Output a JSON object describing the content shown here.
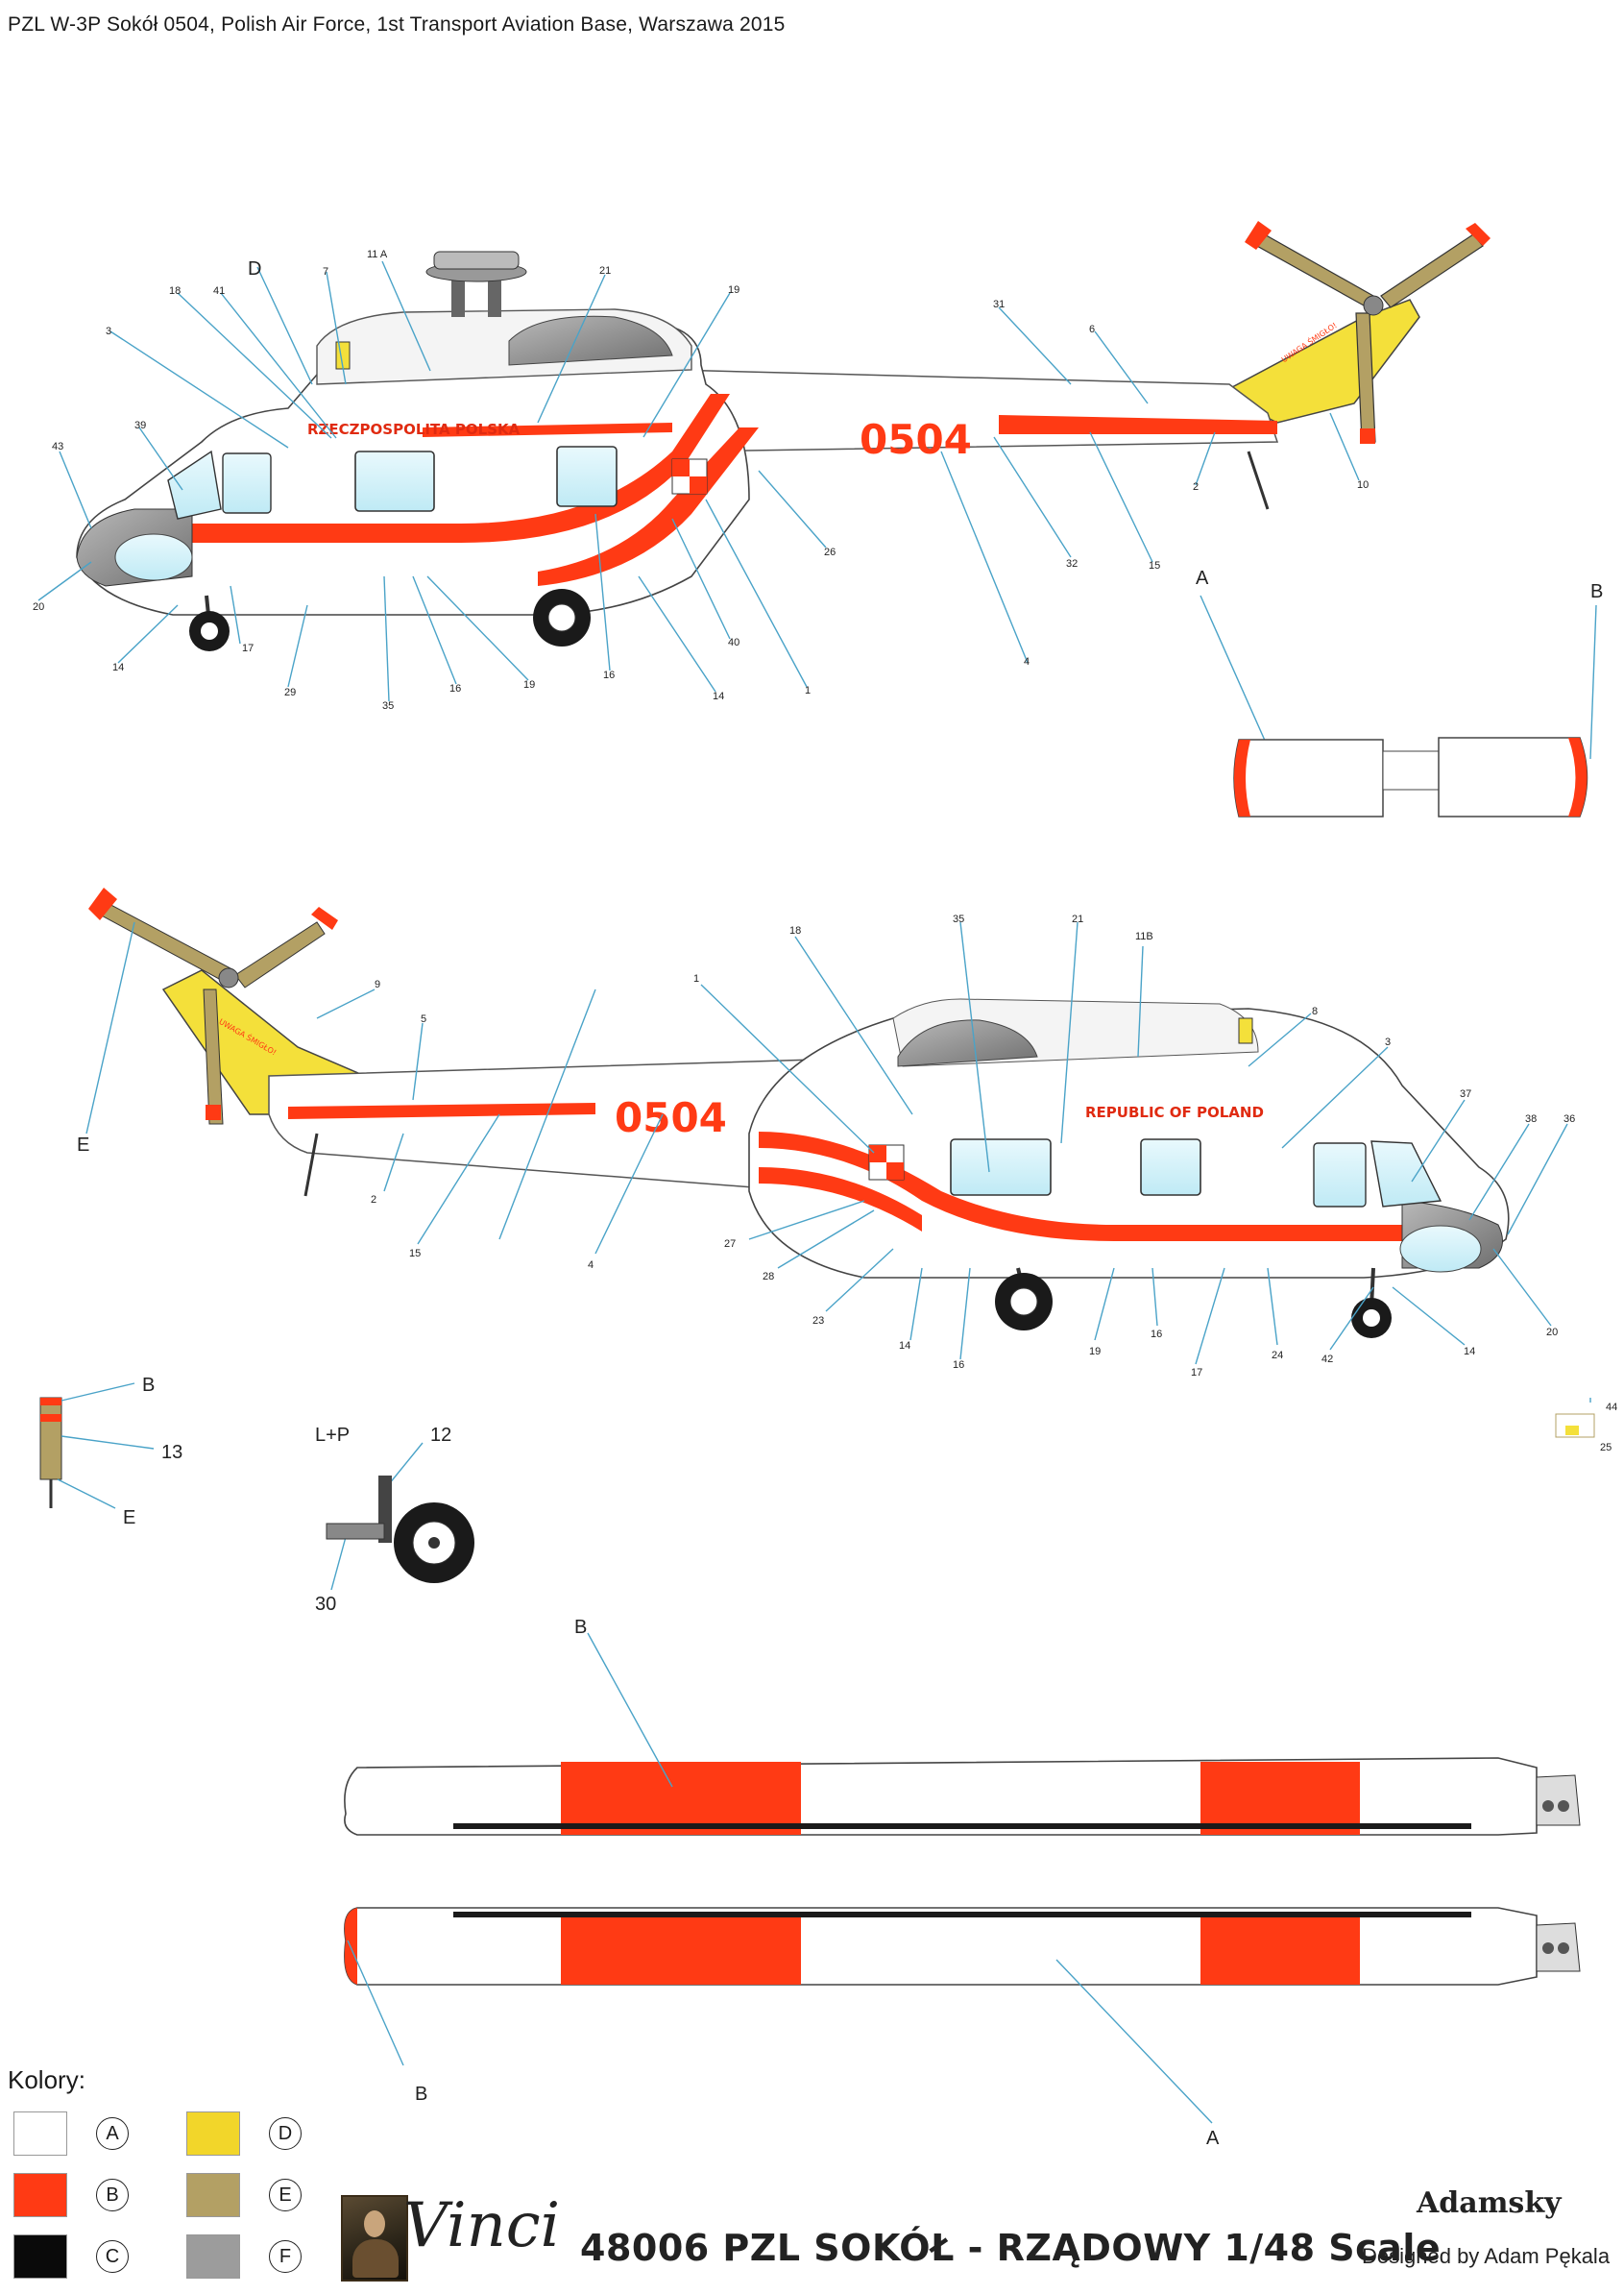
{
  "title": "PZL W-3P Sokół 0504, Polish Air Force,  1st Transport Aviation Base, Warszawa  2015",
  "side_view_left": {
    "registration": "0504",
    "inscription": "RZECZPOSPOLITA POLSKA",
    "tail_warning": "UWAGA ŚMIGŁO!",
    "callouts": [
      "11 A",
      "D",
      "7",
      "18",
      "41",
      "3",
      "21",
      "19",
      "31",
      "6",
      "39",
      "43",
      "20",
      "14",
      "17",
      "29",
      "35",
      "16",
      "19",
      "16",
      "40",
      "14",
      "1",
      "4",
      "26",
      "32",
      "15",
      "2",
      "10",
      "A",
      "B"
    ]
  },
  "side_view_right": {
    "registration": "0504",
    "inscription": "REPUBLIC OF POLAND",
    "tail_warning": "UWAGA ŚMIGŁO!",
    "callouts": [
      "9",
      "5",
      "E",
      "2",
      "15",
      "4",
      "1",
      "18",
      "35",
      "21",
      "11B",
      "8",
      "3",
      "37",
      "38",
      "36",
      "27",
      "28",
      "23",
      "14",
      "16",
      "19",
      "16",
      "17",
      "24",
      "42",
      "14",
      "20",
      "44",
      "25"
    ]
  },
  "details": {
    "tip_callouts": [
      "B",
      "13",
      "E"
    ],
    "gear_label": "L+P",
    "gear_callouts": [
      "12",
      "30"
    ],
    "blade_callouts": [
      "B",
      "B",
      "A"
    ]
  },
  "palette": {
    "heading": "Kolory:",
    "swatches": [
      {
        "letter": "A",
        "color": "#ffffff"
      },
      {
        "letter": "B",
        "color": "#ff3a14"
      },
      {
        "letter": "C",
        "color": "#0a0a0a"
      },
      {
        "letter": "D",
        "color": "#f2d62a"
      },
      {
        "letter": "E",
        "color": "#b3a064"
      },
      {
        "letter": "F",
        "color": "#9c9c9c"
      }
    ]
  },
  "footer": {
    "logo": "Vinci",
    "product": "48006 PZL SOKÓŁ - RZĄDOWY 1/48 Scale",
    "brand": "Adamsky",
    "designer": "Designed by Adam Pękala"
  }
}
